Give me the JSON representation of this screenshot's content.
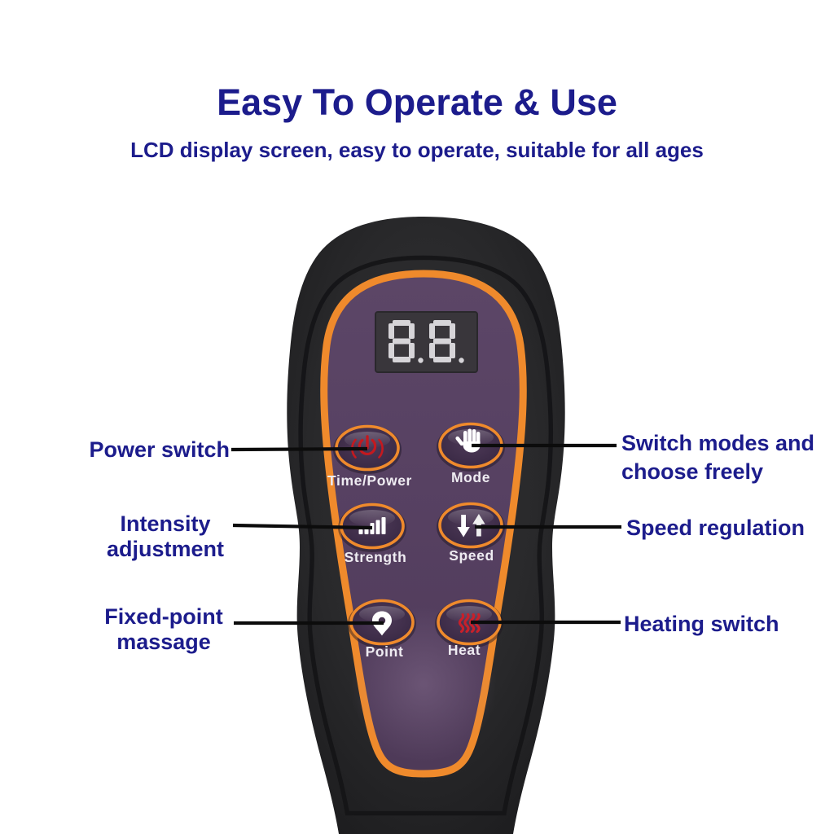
{
  "page": {
    "title": "Easy To Operate & Use",
    "subtitle": "LCD display screen, easy to operate, suitable for all ages"
  },
  "colors": {
    "heading_navy": "#1c1c8c",
    "accent_orange": "#ef8a2c",
    "panel_purple": "#574261",
    "body_black": "#222224",
    "icon_red": "#c8202a",
    "lcd_background": "#39363b",
    "lcd_segment": "#d6d4d8",
    "callout_line": "#0c0c0c"
  },
  "remote": {
    "lcd": {
      "value": "8.8."
    },
    "buttons": [
      {
        "id": "time-power",
        "label": "Time/Power",
        "icon": "power-icon"
      },
      {
        "id": "mode",
        "label": "Mode",
        "icon": "hand-icon"
      },
      {
        "id": "strength",
        "label": "Strength",
        "icon": "signal-bars-icon"
      },
      {
        "id": "speed",
        "label": "Speed",
        "icon": "up-down-arrows-icon"
      },
      {
        "id": "point",
        "label": "Point",
        "icon": "location-pin-icon"
      },
      {
        "id": "heat",
        "label": "Heat",
        "icon": "heat-waves-icon"
      }
    ]
  },
  "callouts": {
    "power": "Power switch",
    "intensity_line1": "Intensity",
    "intensity_line2": "adjustment",
    "fixed_line1": "Fixed-point",
    "fixed_line2": "massage",
    "modes_line1": "Switch modes and",
    "modes_line2": "choose freely",
    "speed": "Speed regulation",
    "heating": "Heating switch"
  }
}
